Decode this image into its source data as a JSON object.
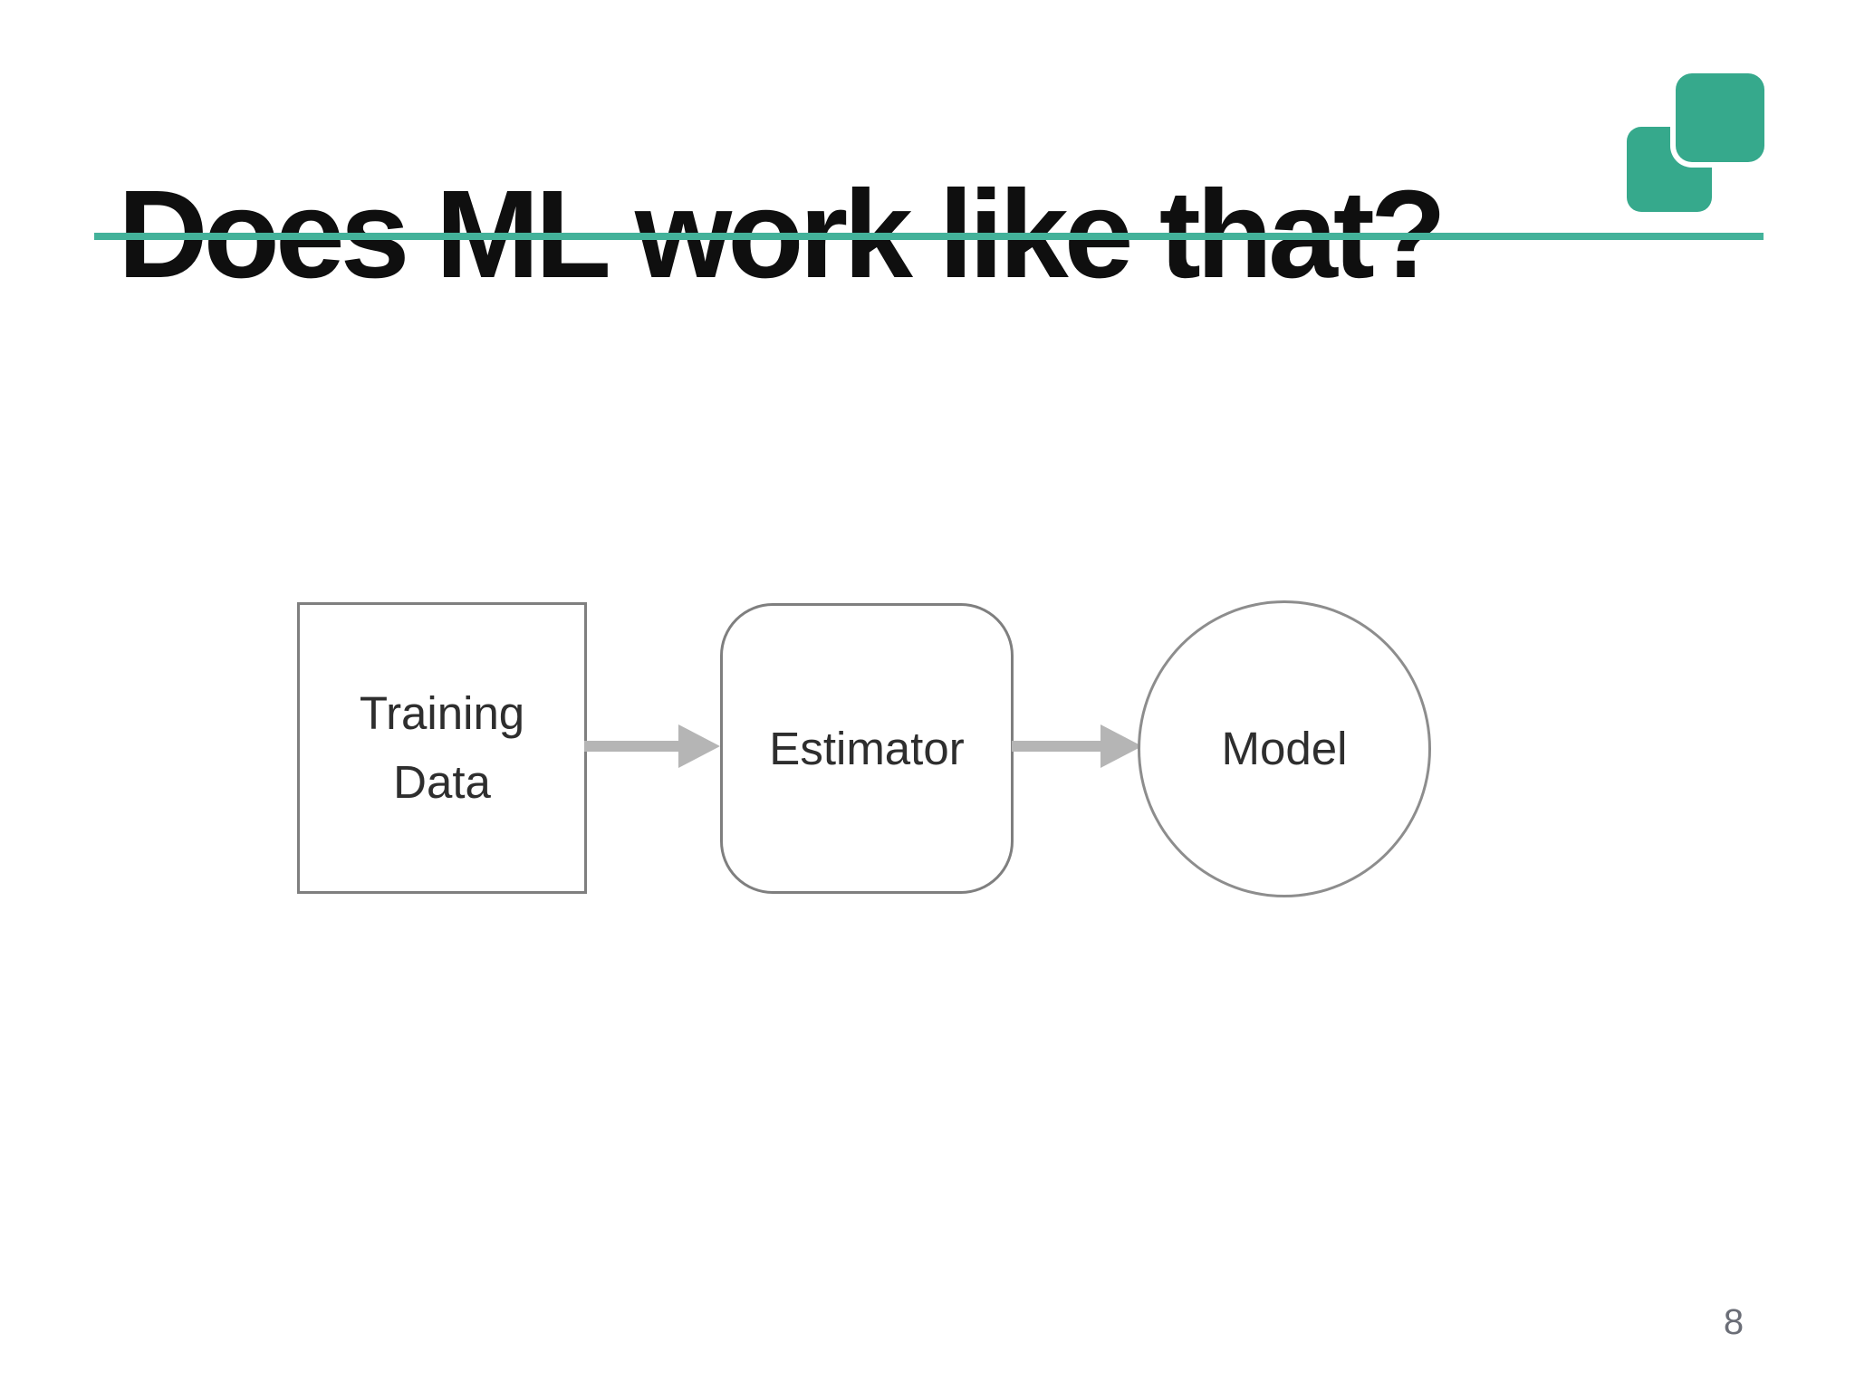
{
  "slide": {
    "title": "Does ML work like that?",
    "page_number": "8",
    "accent_color": "#43b29a",
    "logo_color": "#36a98c"
  },
  "diagram": {
    "nodes": [
      {
        "id": "training-data",
        "shape": "rectangle",
        "label": "Training Data",
        "line1": "Training",
        "line2": "Data"
      },
      {
        "id": "estimator",
        "shape": "rounded-rectangle",
        "label": "Estimator"
      },
      {
        "id": "model",
        "shape": "ellipse",
        "label": "Model"
      }
    ],
    "edges": [
      {
        "from": "training-data",
        "to": "estimator",
        "direction": "right"
      },
      {
        "from": "estimator",
        "to": "model",
        "direction": "right"
      }
    ]
  }
}
